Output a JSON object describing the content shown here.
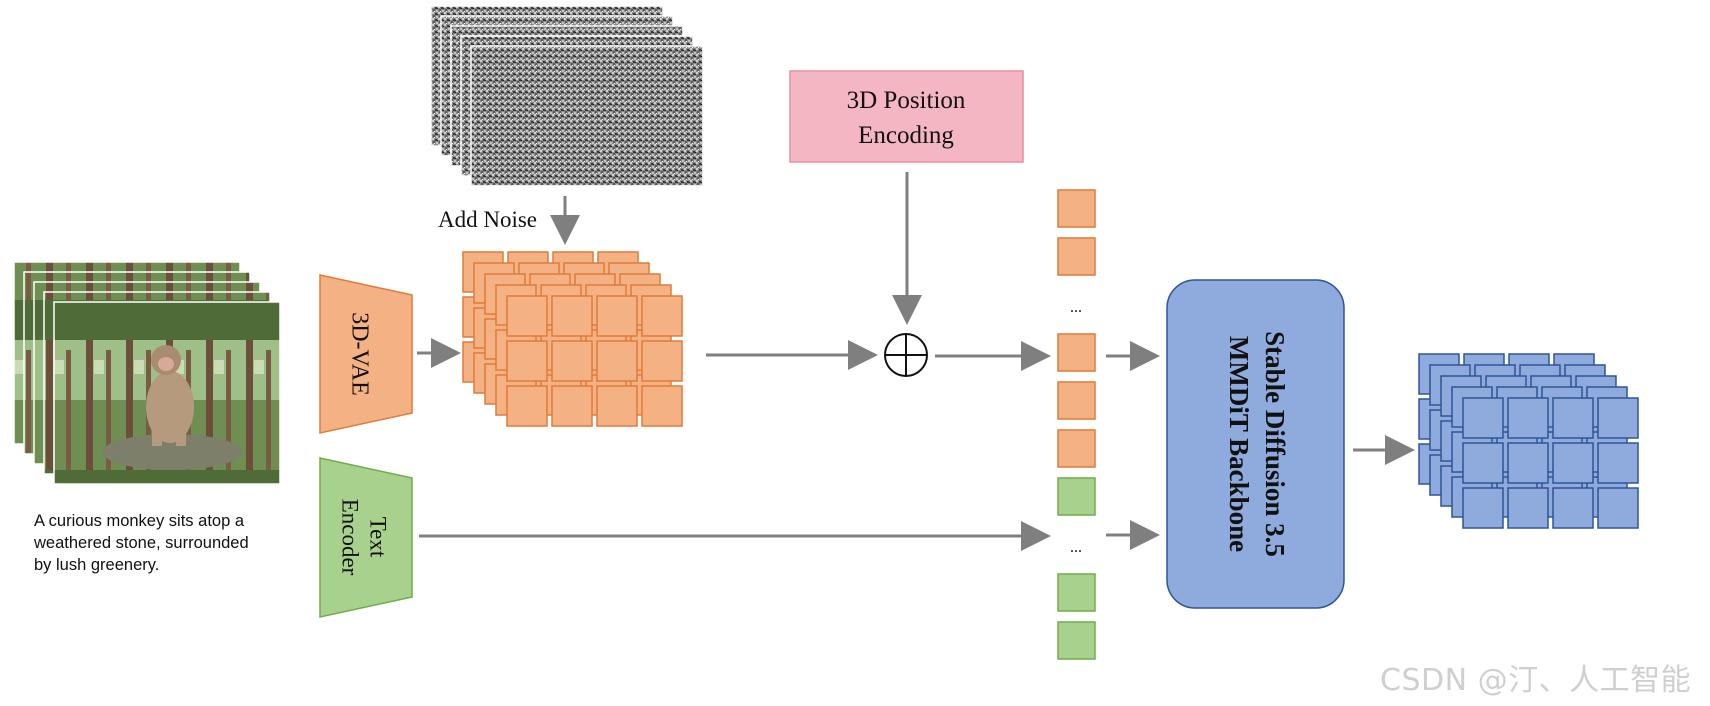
{
  "labels": {
    "add_noise": "Add Noise",
    "position_encoding_line1": "3D Position",
    "position_encoding_line2": "Encoding",
    "vae": "3D-VAE",
    "text_encoder_line1": "Text",
    "text_encoder_line2": "Encoder",
    "backbone_line1": "Stable Diffusion 3.5",
    "backbone_line2": "MMDiT Backbone",
    "ellipsis_top": "...",
    "ellipsis_mid": "...",
    "plus_symbol": "⊕"
  },
  "caption": "A curious monkey sits atop a\nweathered stone, surrounded\nby lush greenery.",
  "watermark": "CSDN @汀、人工智能",
  "colors": {
    "latent_fill": "#f4b183",
    "latent_stroke": "#e07b39",
    "text_token_fill": "#a9d18e",
    "text_token_stroke": "#70ad47",
    "backbone_fill": "#8faadc",
    "backbone_stroke": "#2f5597",
    "position_fill": "#f4b6c2",
    "position_stroke": "#ea8fa3",
    "arrow": "#7f7f7f"
  },
  "token_sequence": [
    "latent",
    "latent",
    "ellipsis",
    "latent",
    "latent",
    "latent",
    "text",
    "ellipsis",
    "text",
    "text"
  ]
}
